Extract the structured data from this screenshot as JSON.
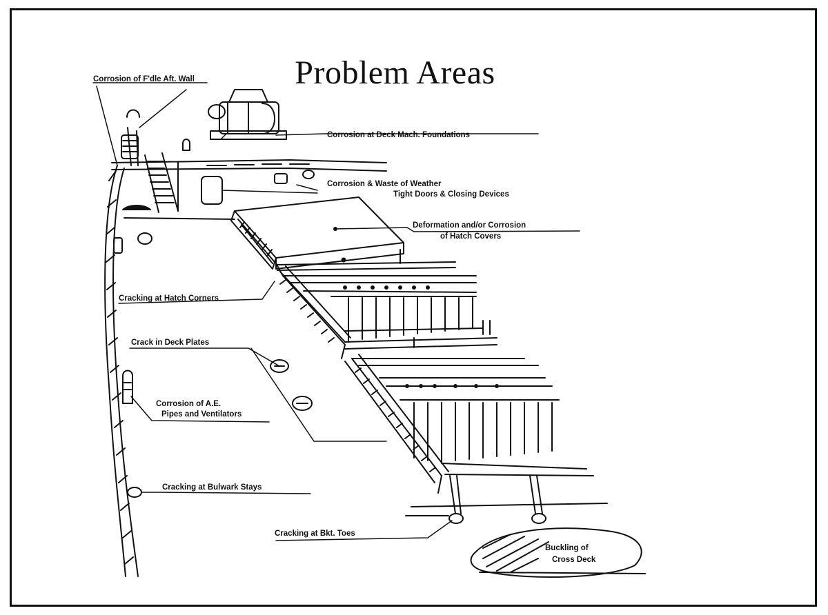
{
  "slide": {
    "title": "Problem Areas"
  },
  "labels": {
    "fidley": "Corrosion of F'dle Aft. Wall",
    "deck_mach": "Corrosion at Deck Mach. Foundations",
    "weather_doors_1": "Corrosion & Waste of Weather",
    "weather_doors_2": "Tight Doors & Closing Devices",
    "hatch_covers_1": "Deformation and/or Corrosion",
    "hatch_covers_2": "of Hatch Covers",
    "hatch_corners": "Cracking at Hatch Corners",
    "deck_plates": "Crack in Deck Plates",
    "ae_pipes_1": "Corrosion of A.E.",
    "ae_pipes_2": "Pipes and Ventilators",
    "bulwark": "Cracking at Bulwark Stays",
    "bkt_toes": "Cracking at Bkt. Toes",
    "cross_deck_1": "Buckling of",
    "cross_deck_2": "Cross Deck"
  }
}
